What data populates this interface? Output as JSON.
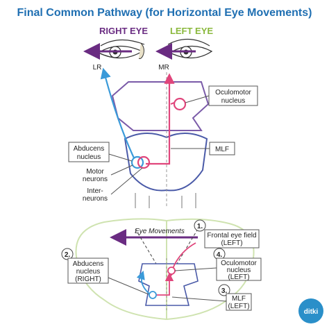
{
  "title": "Final Common Pathway (for Horizontal Eye Movements)",
  "eyes": {
    "right": "RIGHT EYE",
    "left": "LEFT EYE"
  },
  "muscles": {
    "lr": "LR",
    "mr": "MR"
  },
  "top_labels": {
    "oculomotor_1": "Oculomotor",
    "oculomotor_2": "nucleus",
    "abducens_1": "Abducens",
    "abducens_2": "nucleus",
    "mlf": "MLF",
    "motor_1": "Motor",
    "motor_2": "neurons",
    "inter_1": "Inter-",
    "inter_2": "neurons"
  },
  "bottom_labels": {
    "eye_movements": "Eye Movements",
    "n1": "1.",
    "frontal_1": "Frontal eye field",
    "frontal_2": "(LEFT)",
    "n2": "2.",
    "abd_1": "Abducens",
    "abd_2": "nucleus",
    "abd_3": "(RIGHT)",
    "n4": "4.",
    "ocu_1": "Oculomotor",
    "ocu_2": "nucleus",
    "ocu_3": "(LEFT)",
    "n3": "3.",
    "mlf_1": "MLF",
    "mlf_2": "(LEFT)"
  },
  "logo": "ditki",
  "colors": {
    "title": "#1f6fb2",
    "right_eye": "#6a2c82",
    "left_eye": "#8ab83c",
    "abducens_pathway": "#3a9ad9",
    "mlf_pathway": "#e0457b",
    "brainstem_outline": "#4a5aa8"
  }
}
